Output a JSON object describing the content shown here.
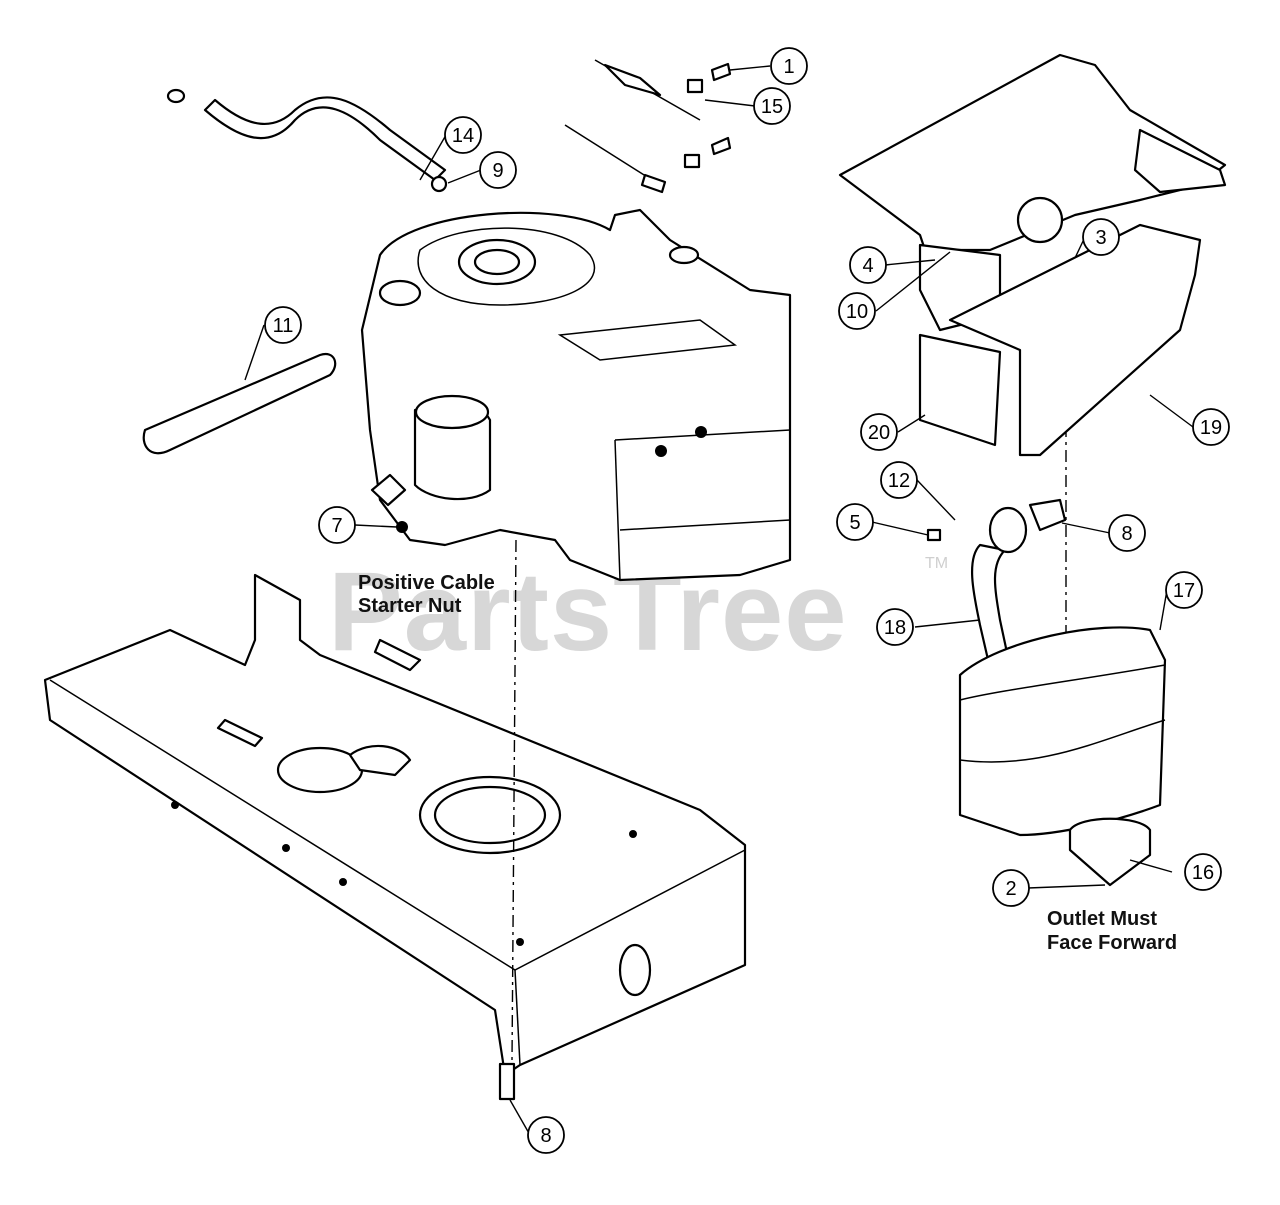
{
  "watermark": {
    "text": "PartsTree",
    "trademark": "TM"
  },
  "notes": {
    "starter_nut_line1": "Positive Cable",
    "starter_nut_line2": "Starter Nut",
    "outlet_line1": "Outlet Must",
    "outlet_line2": "Face Forward"
  },
  "callouts": {
    "c1": "1",
    "c2": "2",
    "c3": "3",
    "c4": "4",
    "c5": "5",
    "c7": "7",
    "c8a": "8",
    "c8b": "8",
    "c9": "9",
    "c10": "10",
    "c11": "11",
    "c12": "12",
    "c14": "14",
    "c15": "15",
    "c16": "16",
    "c17": "17",
    "c18": "18",
    "c19": "19",
    "c20": "20"
  }
}
